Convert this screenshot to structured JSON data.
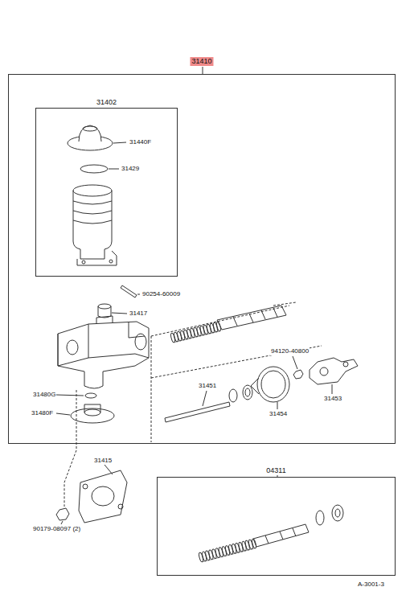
{
  "diagram": {
    "nodes": [
      {
        "text": [
          "31410"
        ]
      },
      {
        "text": [
          "31402"
        ],
        "in": 0
      },
      {
        "text": [
          "04311"
        ]
      }
    ],
    "labels": [
      "31440F",
      "31429",
      "90254-60009",
      "31417",
      "94120-40800",
      "31451",
      "31453",
      "31480G",
      "31454",
      "31480F",
      "31415",
      "90179-08097 (2)",
      "A-3001-3"
    ]
  }
}
